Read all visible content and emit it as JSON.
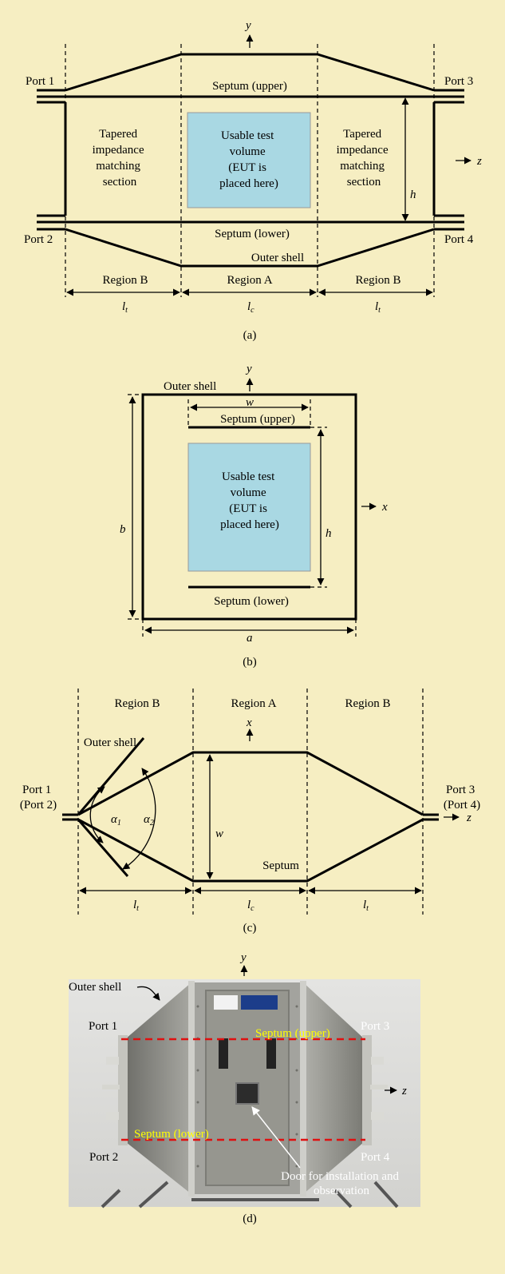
{
  "panel_a": {
    "port1": "Port 1",
    "port2": "Port 2",
    "port3": "Port 3",
    "port4": "Port 4",
    "septum_upper": "Septum (upper)",
    "septum_lower": "Septum (lower)",
    "outer_shell": "Outer shell",
    "taper_left": [
      "Tapered",
      "impedance",
      "matching",
      "section"
    ],
    "taper_right": [
      "Tapered",
      "impedance",
      "matching",
      "section"
    ],
    "test_volume": [
      "Usable test",
      "volume",
      "(EUT is",
      "placed here)"
    ],
    "region_a": "Region A",
    "region_b_left": "Region B",
    "region_b_right": "Region B",
    "y_axis": "y",
    "z_axis": "z",
    "h": "h",
    "lt": "l",
    "lt_sub": "t",
    "lc": "l",
    "lc_sub": "c",
    "caption": "(a)"
  },
  "panel_b": {
    "outer_shell": "Outer shell",
    "septum_upper": "Septum (upper)",
    "septum_lower": "Septum (lower)",
    "test_volume": [
      "Usable test",
      "volume",
      "(EUT is",
      "placed here)"
    ],
    "y_axis": "y",
    "x_axis": "x",
    "w": "w",
    "h": "h",
    "b": "b",
    "a": "a",
    "caption": "(b)"
  },
  "panel_c": {
    "region_b_left": "Region B",
    "region_a": "Region A",
    "region_b_right": "Region B",
    "outer_shell": "Outer shell",
    "septum": "Septum",
    "port_left": [
      "Port 1",
      "(Port 2)"
    ],
    "port_right": [
      "Port 3",
      "(Port 4)"
    ],
    "x_axis": "x",
    "z_axis": "z",
    "w": "w",
    "alpha1": "α",
    "alpha1_sub": "1",
    "alpha2": "α",
    "alpha2_sub": "2",
    "lt": "l",
    "lt_sub": "t",
    "lc": "l",
    "lc_sub": "c",
    "caption": "(c)"
  },
  "panel_d": {
    "y_axis": "y",
    "z_axis": "z",
    "outer_shell": "Outer shell",
    "port1": "Port 1",
    "port2": "Port 2",
    "port3": "Port 3",
    "port4": "Port 4",
    "septum_upper": "Septum (upper)",
    "septum_lower": "Septum (lower)",
    "door": [
      "Door for installation and",
      "observation"
    ],
    "caption": "(d)"
  },
  "colors": {
    "background": "#f6eec2",
    "test_volume": "#a9d8e3",
    "septum_marker": "#e01010",
    "photo_label": "#ffff00"
  }
}
